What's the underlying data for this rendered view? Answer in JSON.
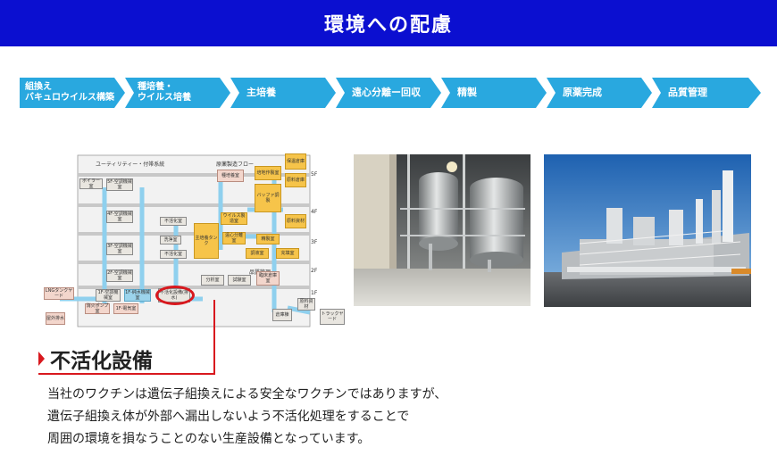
{
  "header": {
    "title": "環境への配慮"
  },
  "colors": {
    "header_bg": "#0b0fd0",
    "step_fill": "#29a8df",
    "accent_red": "#d8181e"
  },
  "steps": [
    {
      "line1": "組換え",
      "line2": "バキュロウイルス構築"
    },
    {
      "line1": "種培養・",
      "line2": "ウイルス培養"
    },
    {
      "line1": "主培養",
      "line2": ""
    },
    {
      "line1": "遠心分離ー回収",
      "line2": ""
    },
    {
      "line1": "精製",
      "line2": ""
    },
    {
      "line1": "原薬完成",
      "line2": ""
    },
    {
      "line1": "品質管理",
      "line2": ""
    }
  ],
  "diagram": {
    "heading_left": "ユーティリティー・付帯系統",
    "heading_right": "原薬製造フロー",
    "floors": [
      "5F",
      "4F",
      "3F",
      "2F",
      "1F"
    ],
    "boxes": {
      "boiler": "ボイラー室",
      "mech5f": "5F-空調機械室",
      "mech4f": "4F-空調機械室",
      "mech3f": "3F-空調機械室",
      "mech2f": "2F-空調機械室",
      "mech1f": "1F-空調機械室",
      "water1f": "1F-純水機械室",
      "lng": "LNGタンクヤード",
      "fire": "消火ポンプ室",
      "elec": "1F-電気室",
      "waste": "屋外排水",
      "inactivation": "不活化設備(排水)",
      "inact_label": "不活化室",
      "wash": "洗浄室",
      "inact2": "不活化室",
      "seed": "種培養室",
      "prep": "培地作製室",
      "buffer": "バッファ調製",
      "storage": "保温倉庫",
      "raw": "原料倉庫",
      "raw2": "原料資材",
      "tank": "主培養タンク",
      "virus": "ウイルス製造室",
      "centri": "遠心分離室",
      "purify": "精製室",
      "vial": "調液室",
      "fill": "充填室",
      "qc": "品質管理",
      "analysis": "分析室",
      "test": "試験室",
      "other": "臨床倉庫室",
      "matin": "原料資材",
      "matout": "倉庫棟",
      "truck": "トラックヤード"
    }
  },
  "section": {
    "title": "不活化設備"
  },
  "body": {
    "line1": "当社のワクチンは遺伝子組換えによる安全なワクチンではありますが、",
    "line2": "遺伝子組換え体が外部へ漏出しないよう不活化処理をすることで",
    "line3": "周囲の環境を損なうことのない生産設備となっています。"
  }
}
